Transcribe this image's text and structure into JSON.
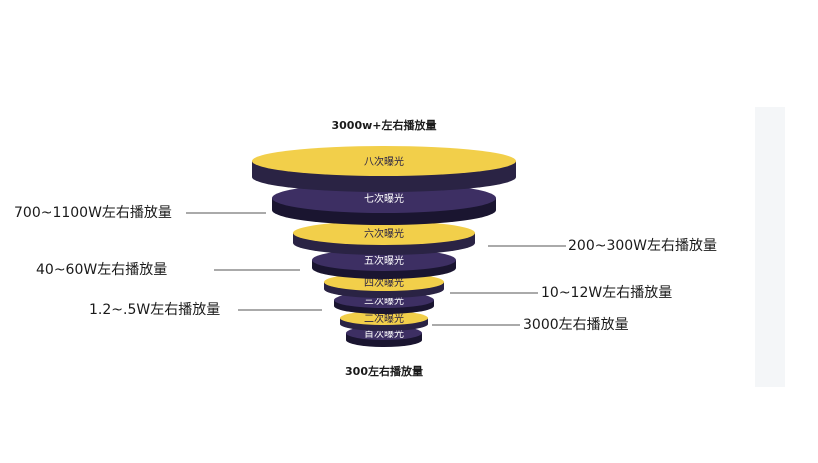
{
  "diagram": {
    "top_label": "3000w+左右播放量",
    "bottom_label": "300左右播放量",
    "colors": {
      "gold": "#f2cf4a",
      "gold_shadow": "#2a2344",
      "purple": "#3d2f63",
      "purple_shadow": "#1a1530",
      "gold_text": "#2a2344",
      "purple_text": "#ffffff",
      "leader": "#555555"
    },
    "tiers": [
      {
        "label": "八次曝光",
        "color": "gold"
      },
      {
        "label": "七次曝光",
        "color": "purple"
      },
      {
        "label": "六次曝光",
        "color": "gold"
      },
      {
        "label": "五次曝光",
        "color": "purple"
      },
      {
        "label": "四次曝光",
        "color": "gold"
      },
      {
        "label": "三次曝光",
        "color": "purple"
      },
      {
        "label": "二次曝光",
        "color": "gold"
      },
      {
        "label": "首次曝光",
        "color": "purple"
      }
    ],
    "left_callouts": [
      {
        "text": "700~1100W左右播放量",
        "tier": 1
      },
      {
        "text": "40~60W左右播放量",
        "tier": 3
      },
      {
        "text": "1.2~.5W左右播放量",
        "tier": 5
      }
    ],
    "right_callouts": [
      {
        "text": "200~300W左右播放量",
        "tier": 2
      },
      {
        "text": "10~12W左右播放量",
        "tier": 4
      },
      {
        "text": "3000左右播放量",
        "tier": 6
      }
    ]
  }
}
